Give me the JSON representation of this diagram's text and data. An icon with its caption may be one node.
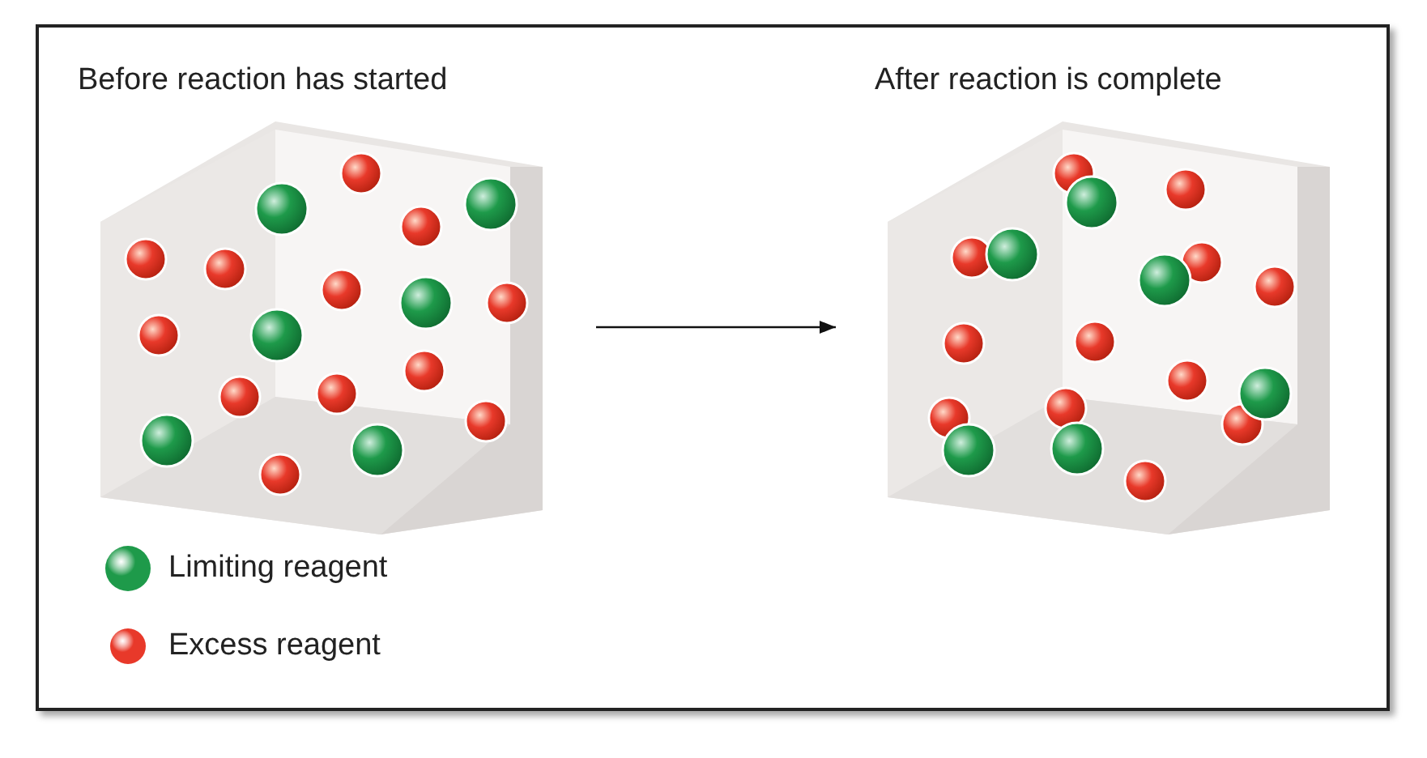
{
  "diagram": {
    "nodes": [
      {
        "text": [
          "Before reaction has started"
        ]
      },
      {
        "text": [
          "After reaction is complete"
        ]
      }
    ],
    "edges": [
      {
        "from": 0,
        "to": 1,
        "arrow": "to"
      }
    ],
    "legend": [
      {
        "text": "Limiting reagent",
        "color": "#1e9a4a"
      },
      {
        "text": "Excess reagent",
        "color": "#e8392a"
      }
    ]
  }
}
